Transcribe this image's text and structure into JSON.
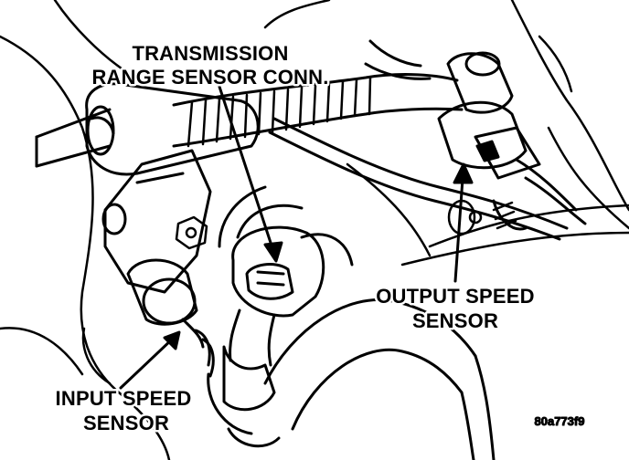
{
  "callouts": {
    "trs_line1": "TRANSMISSION",
    "trs_line2": "RANGE SENSOR CONN.",
    "oss_line1": "OUTPUT SPEED",
    "oss_line2": "SENSOR",
    "iss_line1": "INPUT SPEED",
    "iss_line2": "SENSOR"
  },
  "figure_id": "80a773f9",
  "colors": {
    "ink": "#000000",
    "paper": "#ffffff"
  }
}
